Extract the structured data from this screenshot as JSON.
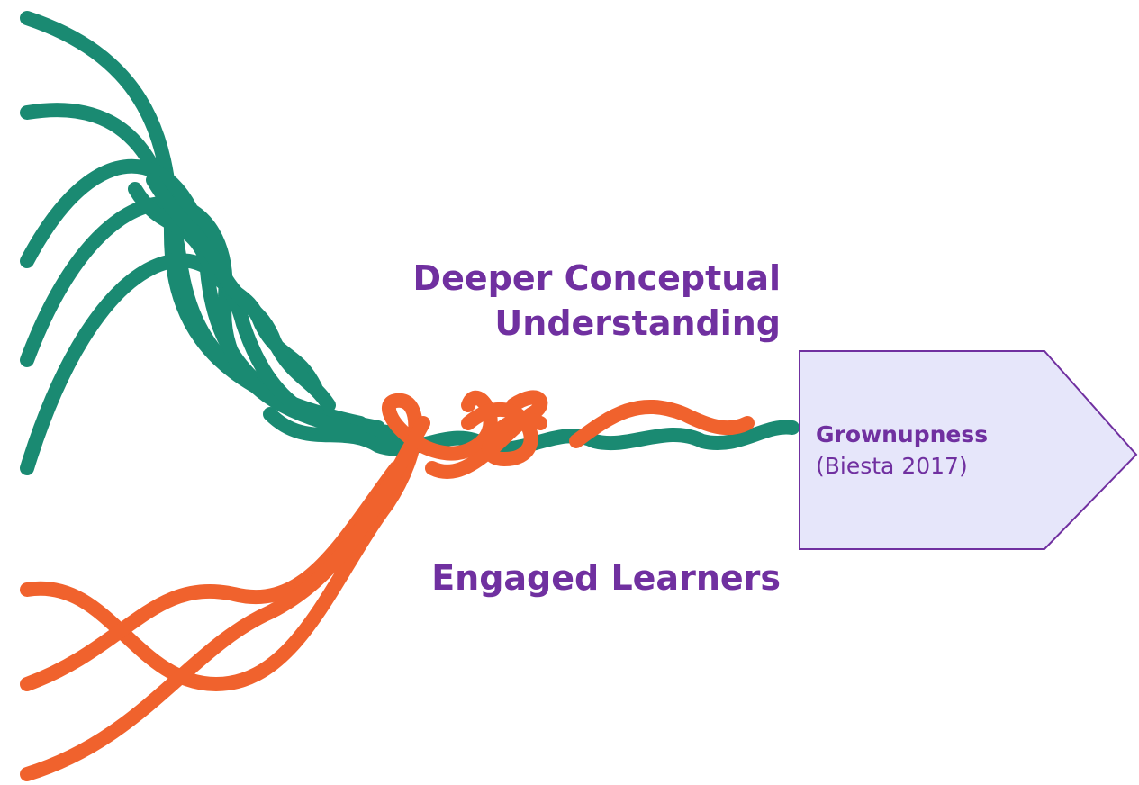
{
  "labels": {
    "deeper_line1": "Deeper Conceptual",
    "deeper_line2": "Understanding",
    "engaged": "Engaged Learners"
  },
  "outcome_box": {
    "title": "Grownupness",
    "citation": "(Biesta 2017)"
  },
  "colors": {
    "teal_strand": "#1a8a72",
    "orange_strand": "#f0622d",
    "label_purple": "#7030a0",
    "box_fill": "#e6e6fa",
    "box_stroke": "#7030a0"
  }
}
